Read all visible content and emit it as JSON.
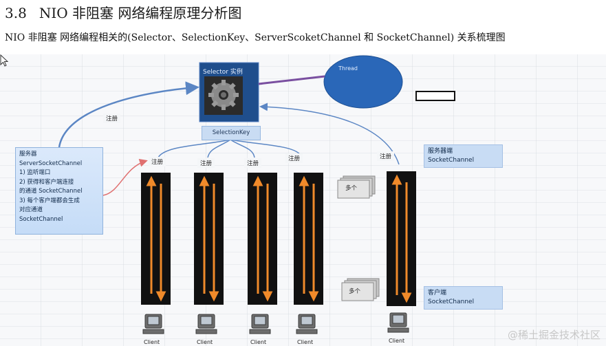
{
  "heading": {
    "number": "3.8",
    "text": "NIO 非阻塞 网络编程原理分析图"
  },
  "subtitle": "NIO 非阻塞 网络编程相关的(Selector、SelectionKey、ServerScoketChannel 和 SocketChannel) 关系梳理图",
  "diagram": {
    "selector_title": "Selector 实例",
    "thread_label": "Thread",
    "selection_key": "SelectionKey",
    "register_label": "注册",
    "server_box_lines": [
      "服务器",
      "ServerSocketChannel",
      "1) 监听端口",
      "2) 获得和客户端连接",
      "的通道 SocketChannel",
      "3) 每个客户端都会生成",
      "对应通道",
      "SocketChannel"
    ],
    "server_side": {
      "line1": "服务器端",
      "line2": "SocketChannel"
    },
    "client_side": {
      "line1": "客户端",
      "line2": "SocketChannel"
    },
    "multi_label": "多个",
    "client_label": "Client"
  },
  "watermark": "@稀土掘金技术社区",
  "colors": {
    "selector_bg": "#1f4e8c",
    "thread_fill": "#2a67b8",
    "channel_bar": "#111111",
    "arrow_orange": "#f08a2a",
    "connector_blue": "#5b86c4",
    "thread_link": "#7a4fa0",
    "grid": "#cfd5dc"
  }
}
